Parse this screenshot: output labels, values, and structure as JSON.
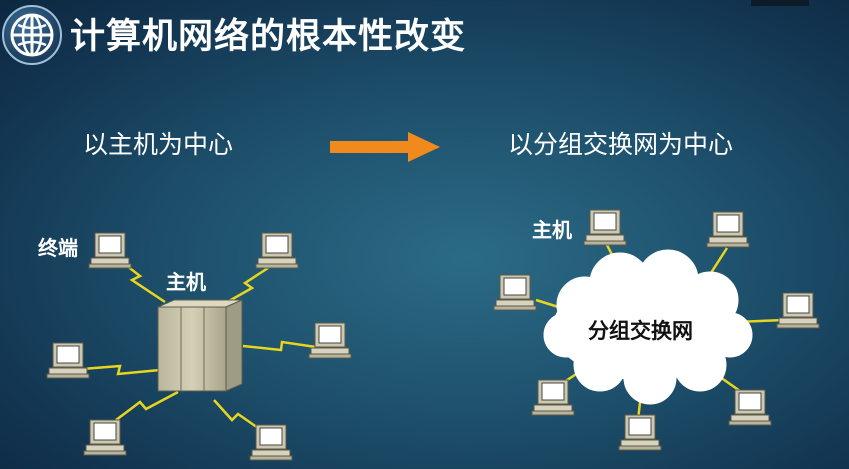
{
  "title": "计算机网络的根本性改变",
  "left_caption": "以主机为中心",
  "right_caption": "以分组交换网为中心",
  "left_diagram": {
    "terminal_label": "终端",
    "host_label": "主机"
  },
  "right_diagram": {
    "host_label": "主机",
    "network_label": "分组交换网"
  },
  "colors": {
    "arrow": "#f08a1c",
    "link": "#e7d51e",
    "mainframe": "#c6c3a8",
    "computer": "#d8d3be"
  }
}
